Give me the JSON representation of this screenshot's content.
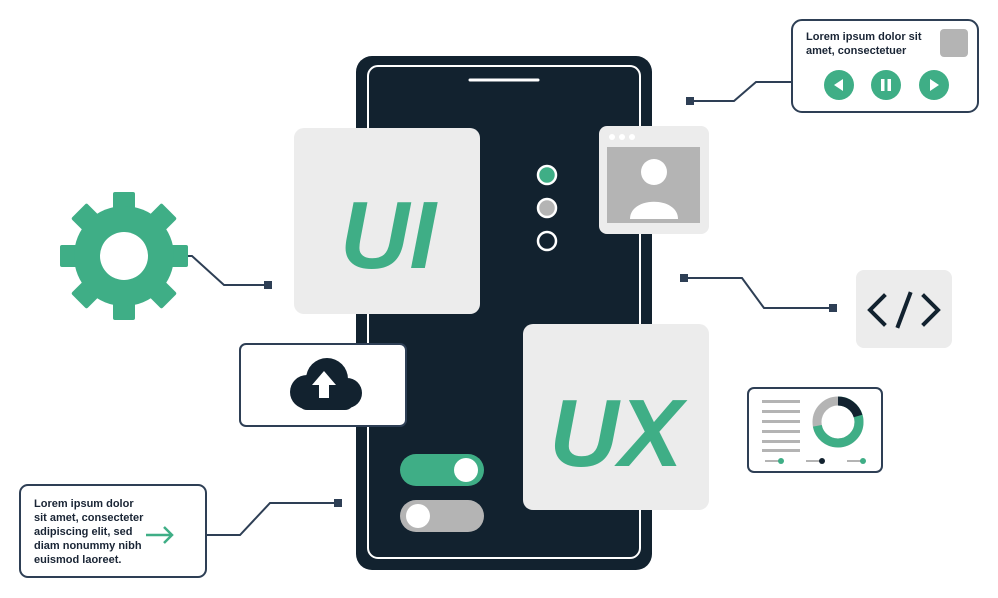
{
  "colors": {
    "navy": "#12222f",
    "green": "#3fae86",
    "light_gray": "#ececec",
    "mid_gray": "#b4b4b4",
    "white": "#ffffff"
  },
  "ui_card": {
    "label": "UI"
  },
  "ux_card": {
    "label": "UX"
  },
  "music_player": {
    "caption": "Lorem ipsum dolor sit amet, consectetuer",
    "controls": [
      "previous-icon",
      "pause-icon",
      "next-icon"
    ]
  },
  "note_card": {
    "caption": "Lorem ipsum dolor sit amet, consecteter adipiscing elit, sed diam nonummy nibh euismod laoreet.",
    "icon": "arrow-right-icon"
  },
  "code_card": {
    "icon": "code-icon"
  },
  "upload_card": {
    "icon": "cloud-upload-icon"
  },
  "profile_card": {
    "icon": "user-avatar-icon"
  },
  "settings": {
    "icon": "gear-icon"
  },
  "toggles": [
    {
      "name": "toggle-on",
      "state": "on"
    },
    {
      "name": "toggle-off",
      "state": "off"
    }
  ],
  "radio_dots": [
    "selected",
    "gray",
    "empty"
  ],
  "dashboard_card": {
    "donut_fill": 0.72
  }
}
